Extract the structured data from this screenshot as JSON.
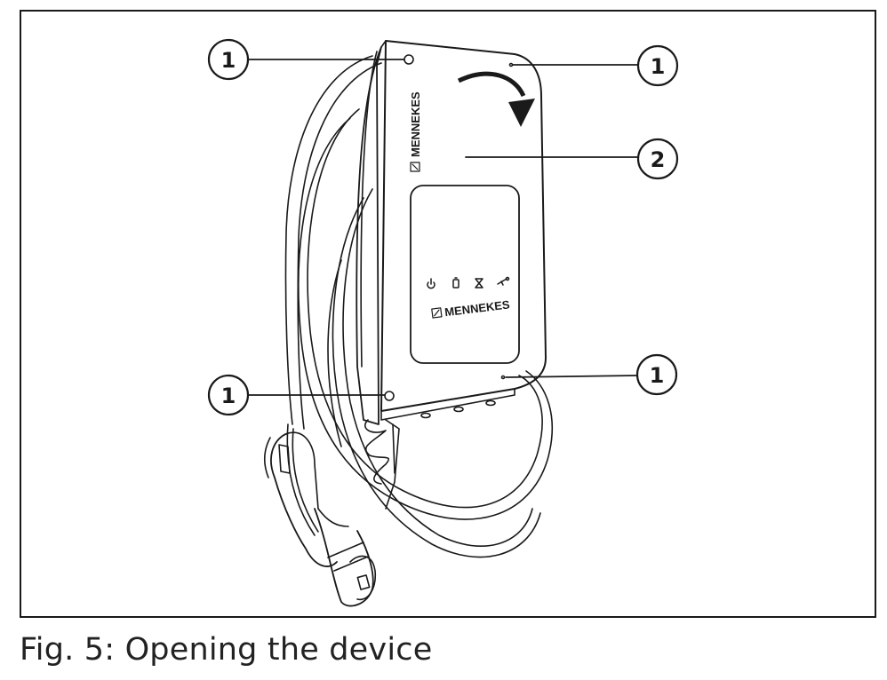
{
  "figure": {
    "caption": "Fig. 5: Opening the device",
    "brand_text": "MENNEKES",
    "callouts": [
      {
        "id": "1",
        "target": "screw-top-left"
      },
      {
        "id": "1",
        "target": "screw-top-right"
      },
      {
        "id": "2",
        "target": "housing-cover"
      },
      {
        "id": "1",
        "target": "screw-bottom-left"
      },
      {
        "id": "1",
        "target": "screw-bottom-right"
      }
    ],
    "indicator_icons": [
      "power-icon",
      "battery-icon",
      "hourglass-icon",
      "plug-icon"
    ],
    "colors": {
      "line": "#1a1a1a",
      "background": "#ffffff"
    }
  }
}
